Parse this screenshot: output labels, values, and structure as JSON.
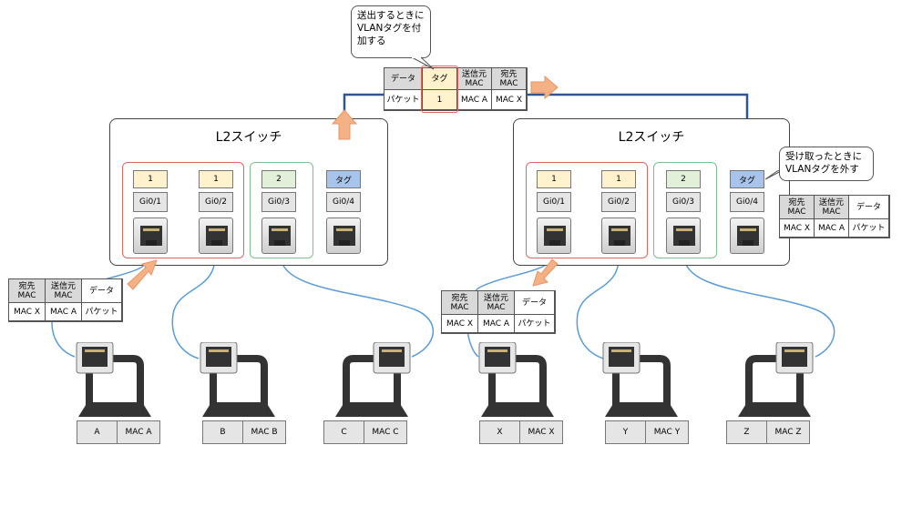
{
  "switches": [
    {
      "title": "L2スイッチ",
      "ports": [
        {
          "vlan": "1",
          "name": "Gi0/1"
        },
        {
          "vlan": "1",
          "name": "Gi0/2"
        },
        {
          "vlan": "2",
          "name": "Gi0/3"
        },
        {
          "vlan": "タグ",
          "name": "Gi0/4"
        }
      ]
    },
    {
      "title": "L2スイッチ",
      "ports": [
        {
          "vlan": "1",
          "name": "Gi0/1"
        },
        {
          "vlan": "1",
          "name": "Gi0/2"
        },
        {
          "vlan": "2",
          "name": "Gi0/3"
        },
        {
          "vlan": "タグ",
          "name": "Gi0/4"
        }
      ]
    }
  ],
  "callouts": {
    "send": "送出するときに\nVLANタグを付\n加する",
    "receive": "受け取ったときに\nVLANタグを外す"
  },
  "tagged_frame": {
    "headers": [
      "データ",
      "タグ",
      "送信元\nMAC",
      "宛先\nMAC"
    ],
    "values": [
      "パケット",
      "1",
      "MAC A",
      "MAC X"
    ]
  },
  "frames": {
    "left_bottom": {
      "headers": [
        "宛先\nMAC",
        "送信元\nMAC",
        "データ"
      ],
      "values": [
        "MAC X",
        "MAC A",
        "パケット"
      ]
    },
    "right_middle": {
      "headers": [
        "宛先\nMAC",
        "送信元\nMAC",
        "データ"
      ],
      "values": [
        "MAC X",
        "MAC A",
        "パケット"
      ]
    },
    "right_switch": {
      "headers": [
        "宛先\nMAC",
        "送信元\nMAC",
        "データ"
      ],
      "values": [
        "MAC X",
        "MAC A",
        "パケット"
      ]
    }
  },
  "hosts": [
    {
      "name": "A",
      "mac": "MAC A"
    },
    {
      "name": "B",
      "mac": "MAC B"
    },
    {
      "name": "C",
      "mac": "MAC C"
    },
    {
      "name": "X",
      "mac": "MAC X"
    },
    {
      "name": "Y",
      "mac": "MAC Y"
    },
    {
      "name": "Z",
      "mac": "MAC Z"
    }
  ],
  "colors": {
    "link": "#5b9bd5",
    "trunk": "#2f5597",
    "arrow": "#f4b183",
    "vlan1": "#fff2cc",
    "vlan2": "#e2f0d9",
    "tag": "#a9c4eb"
  }
}
